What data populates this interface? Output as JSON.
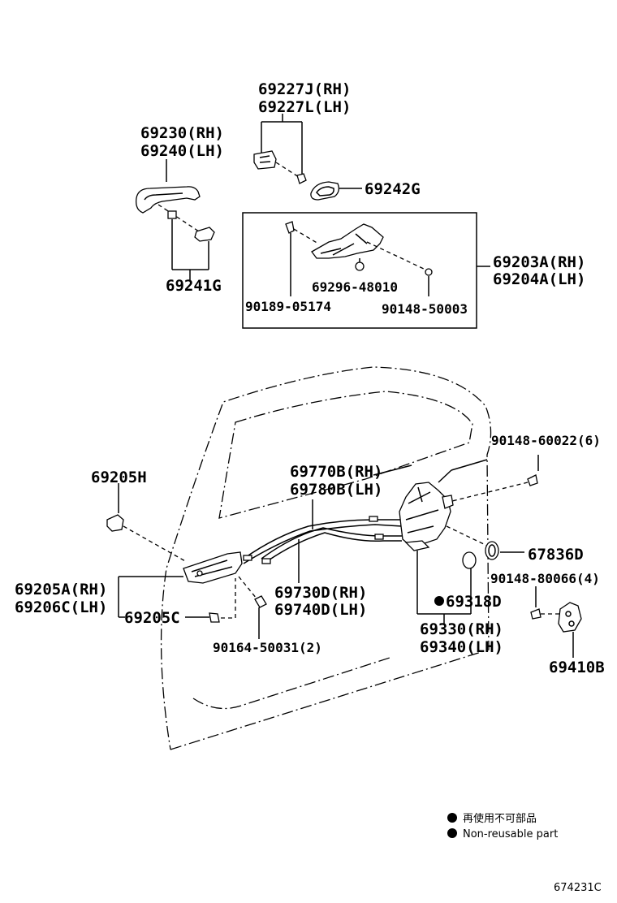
{
  "labels": {
    "p69227J": "69227J(RH)",
    "p69227L": "69227L(LH)",
    "p69230": "69230(RH)",
    "p69240": "69240(LH)",
    "p69242G": "69242G",
    "p69241G": "69241G",
    "p69203A": "69203A(RH)",
    "p69204A": "69204A(LH)",
    "p69296": "69296-48010",
    "p90189": "90189-05174",
    "p90148_50003": "90148-50003",
    "p90148_60022": "90148-60022(6)",
    "p69205H": "69205H",
    "p69770B": "69770B(RH)",
    "p69780B": "69780B(LH)",
    "p67836D": "67836D",
    "p69205A": "69205A(RH)",
    "p69206C": "69206C(LH)",
    "p69730D": "69730D(RH)",
    "p69740D": "69740D(LH)",
    "p69318D": "69318D",
    "p90148_80066": "90148-80066(4)",
    "p69205C": "69205C",
    "p69330": "69330(RH)",
    "p69340": "69340(LH)",
    "p90164": "90164-50031(2)",
    "p69410B": "69410B"
  },
  "legend": {
    "jp": "再使用不可部品",
    "en": "Non-reusable part"
  },
  "diagram_code": "674231C"
}
